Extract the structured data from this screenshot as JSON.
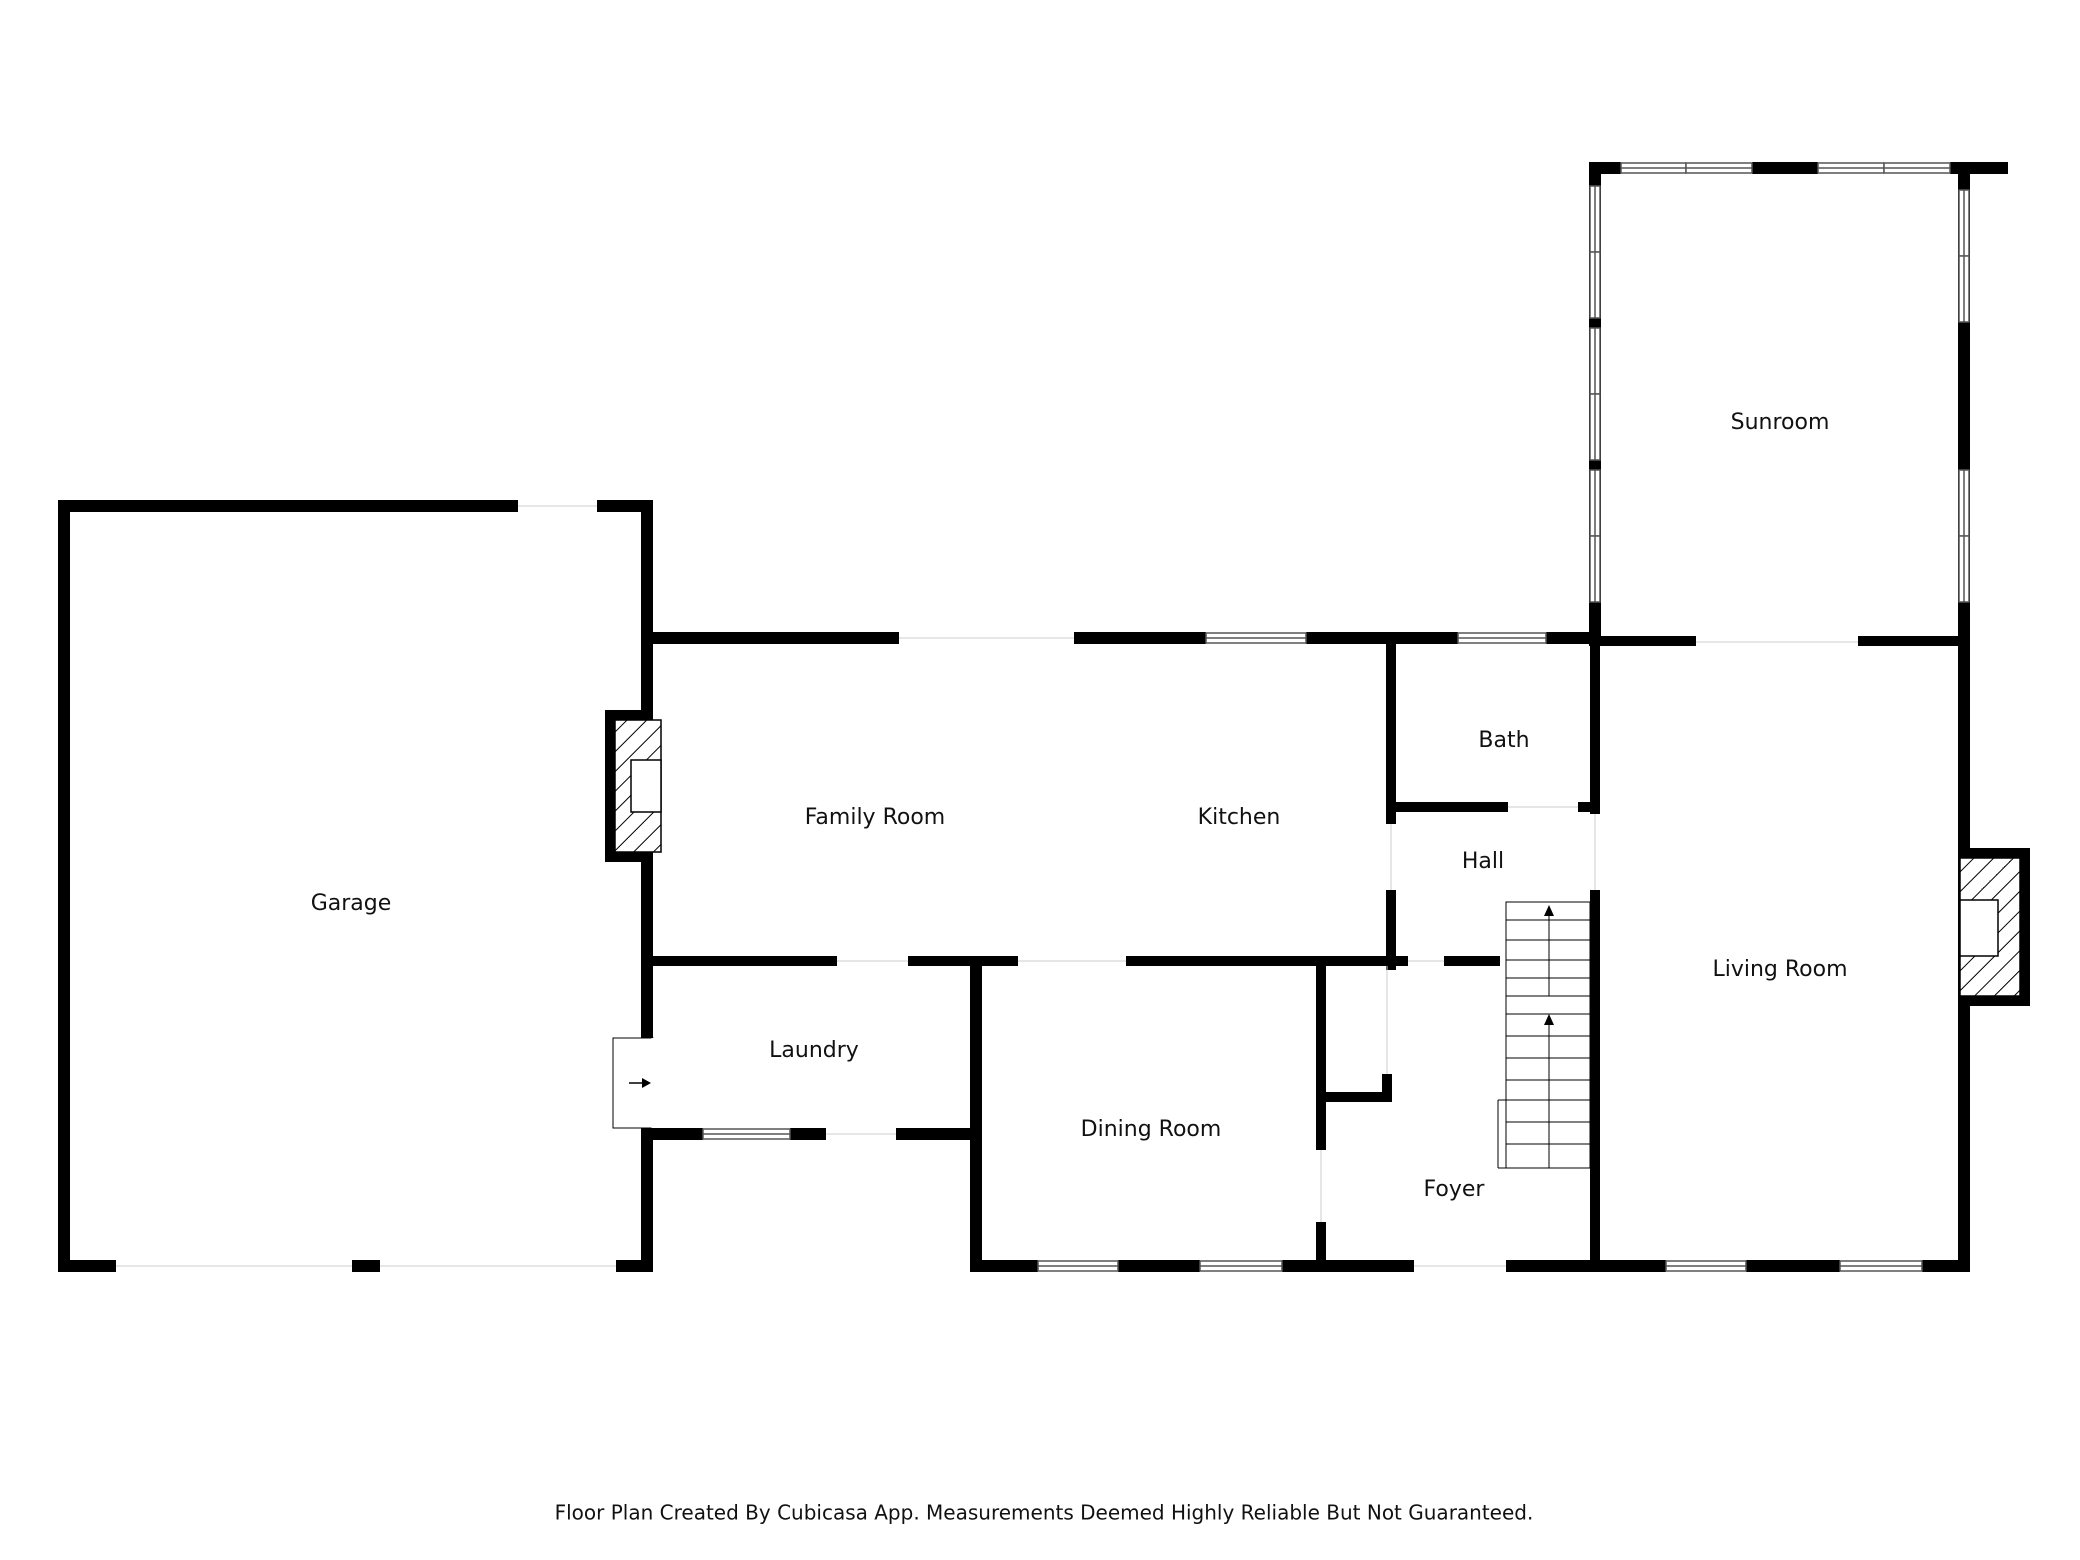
{
  "colors": {
    "wall": "#000000",
    "background": "#ffffff",
    "window": "#ffffff",
    "window_line": "#555555",
    "text": "#111111"
  },
  "rooms": {
    "garage": "Garage",
    "family_room": "Family Room",
    "kitchen": "Kitchen",
    "bath": "Bath",
    "hall": "Hall",
    "sunroom": "Sunroom",
    "living_room": "Living Room",
    "laundry": "Laundry",
    "dining_room": "Dining Room",
    "foyer": "Foyer"
  },
  "caption": "Floor Plan Created By Cubicasa App. Measurements Deemed Highly Reliable But Not Guaranteed.",
  "icons": [
    "fireplace-icon",
    "stairs-icon",
    "door-arrow-icon"
  ]
}
